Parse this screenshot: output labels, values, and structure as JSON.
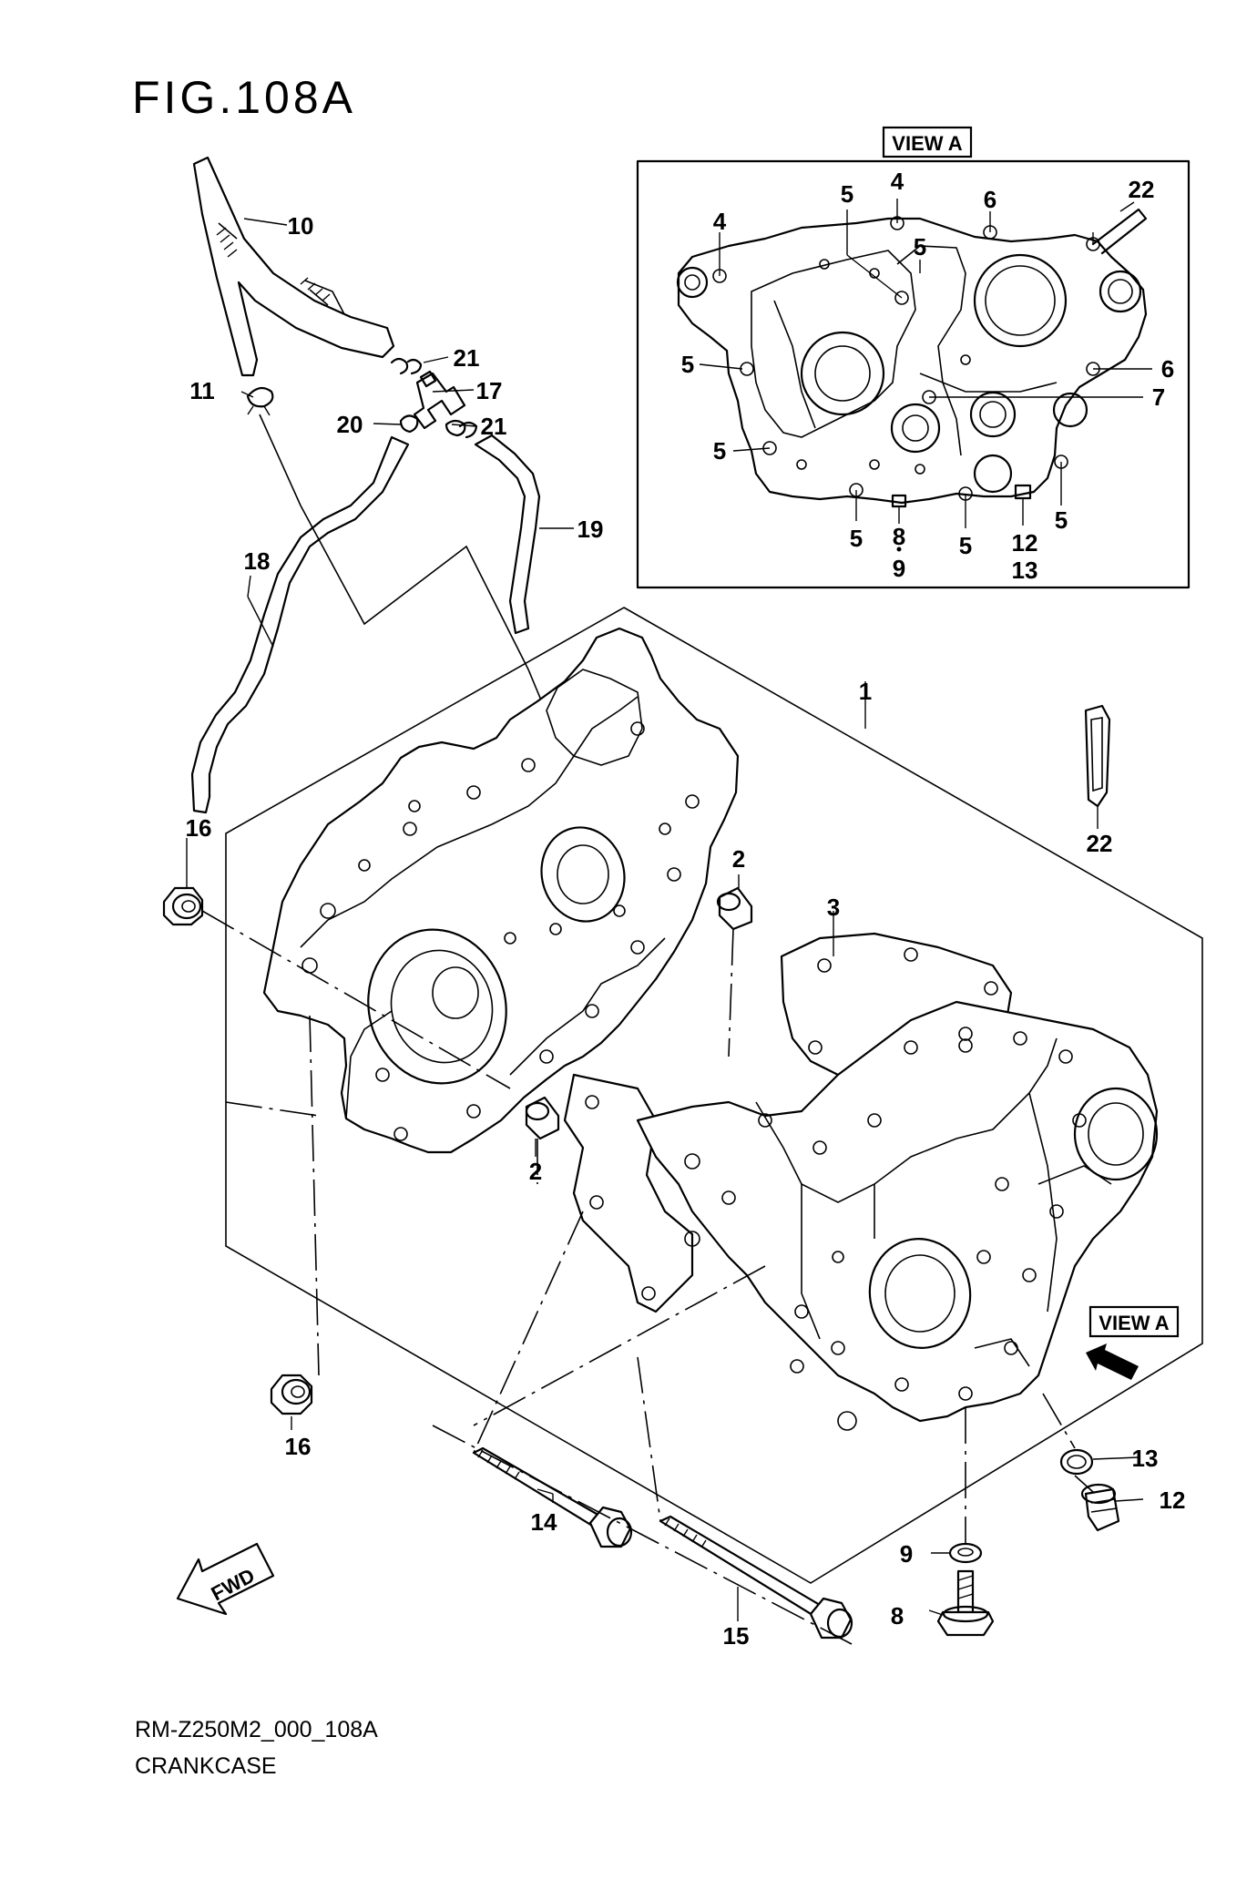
{
  "figure": {
    "title": "FIG.108A",
    "code": "RM-Z250M2_000_108A",
    "name": "CRANKCASE"
  },
  "view_labels": {
    "inset": "VIEW A",
    "arrow": "VIEW A",
    "fwd": "FWD"
  },
  "callouts": {
    "main": [
      "1",
      "2",
      "2",
      "3",
      "8",
      "9",
      "10",
      "11",
      "12",
      "13",
      "14",
      "15",
      "16",
      "16",
      "17",
      "18",
      "19",
      "20",
      "21",
      "21",
      "22"
    ],
    "inset": [
      "4",
      "4",
      "5",
      "5",
      "5",
      "5",
      "5",
      "5",
      "5",
      "6",
      "6",
      "7",
      "8",
      "9",
      "12",
      "13",
      "22"
    ]
  },
  "colors": {
    "line": "#000000",
    "background": "#ffffff"
  }
}
